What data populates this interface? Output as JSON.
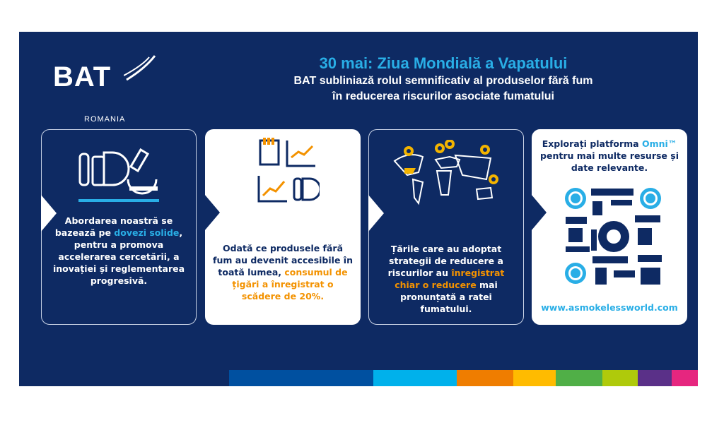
{
  "logo": {
    "brand": "BAT",
    "country": "ROMANIA"
  },
  "header": {
    "title": "30 mai: Ziua Mondială a Vapatului",
    "subtitle_line1": "BAT subliniază rolul semnificativ al produselor fără fum",
    "subtitle_line2": "în reducerea riscurilor asociate fumatului"
  },
  "cards": [
    {
      "parts": [
        "Abordarea noastră se bazează pe ",
        "dovezi solide",
        ", pentru a promova accelerarea cercetării, a inovației și reglementarea progresivă."
      ]
    },
    {
      "parts": [
        "Odată ce produsele fără fum au devenit accesibile în toată lumea, ",
        "consumul de țigări a înregistrat o scădere de 20%."
      ]
    },
    {
      "parts": [
        "Țările care au adoptat strategii de reducere a riscurilor au ",
        "înregistrat chiar o reducere",
        " mai pronunțată a ratei fumatului."
      ]
    },
    {
      "parts": [
        "Explorați platforma ",
        "Omni™",
        " pentru mai multe resurse și date relevante."
      ],
      "url": "www.asmokelessworld.com"
    }
  ],
  "colors": {
    "navy": "#0e2a63",
    "cyan": "#29aee6",
    "orange": "#f39200",
    "stripe": [
      "#0050a0",
      "#00b1eb",
      "#ef7d00",
      "#ffbb00",
      "#50af47",
      "#afca0b",
      "#5a3088",
      "#e6267f"
    ]
  }
}
